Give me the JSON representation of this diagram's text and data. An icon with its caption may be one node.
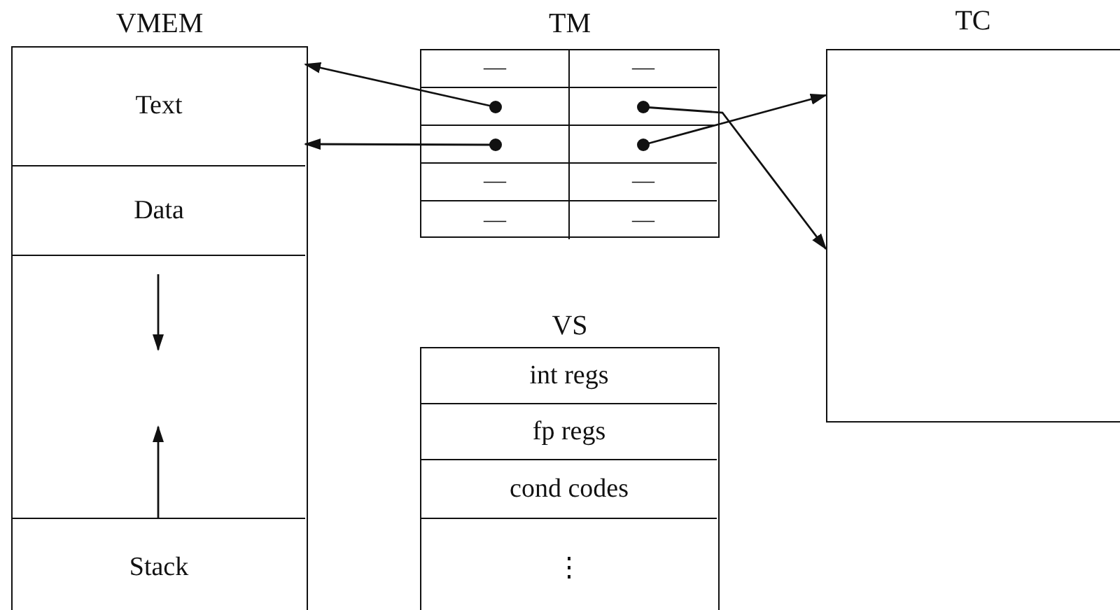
{
  "diagram": {
    "nodes": [
      {
        "text": [
          "VMEM"
        ]
      },
      {
        "text": [
          "Text"
        ],
        "in": 0
      },
      {
        "text": [
          "Data"
        ],
        "in": 0
      },
      {
        "text": [],
        "shape": "box",
        "in": 0
      },
      {
        "text": [
          "Stack"
        ],
        "in": 0
      },
      {
        "text": [
          "TM"
        ]
      },
      {
        "text": [
          "—"
        ],
        "in": 5
      },
      {
        "text": [
          "—"
        ],
        "in": 5
      },
      {
        "text": [],
        "shape": "box",
        "in": 5
      },
      {
        "text": [],
        "shape": "box",
        "in": 5
      },
      {
        "text": [],
        "shape": "box",
        "in": 5
      },
      {
        "text": [],
        "shape": "box",
        "in": 5
      },
      {
        "text": [
          "—"
        ],
        "in": 5
      },
      {
        "text": [
          "—"
        ],
        "in": 5
      },
      {
        "text": [
          "—"
        ],
        "in": 5
      },
      {
        "text": [
          "—"
        ],
        "in": 5
      },
      {
        "text": [
          "TC"
        ]
      },
      {
        "text": [
          "VS"
        ]
      },
      {
        "text": [
          "int regs"
        ],
        "in": 17
      },
      {
        "text": [
          "fp regs"
        ],
        "in": 17
      },
      {
        "text": [
          "cond codes"
        ],
        "in": 17
      },
      {
        "text": [
          "⋮"
        ],
        "in": 17
      }
    ],
    "edges": [
      {
        "from": 8,
        "to": 1,
        "arrow": "to"
      },
      {
        "from": 10,
        "to": 1,
        "arrow": "to"
      },
      {
        "from": 9,
        "to": 16,
        "arrow": "to"
      },
      {
        "from": 11,
        "to": 16,
        "arrow": "to"
      }
    ]
  }
}
